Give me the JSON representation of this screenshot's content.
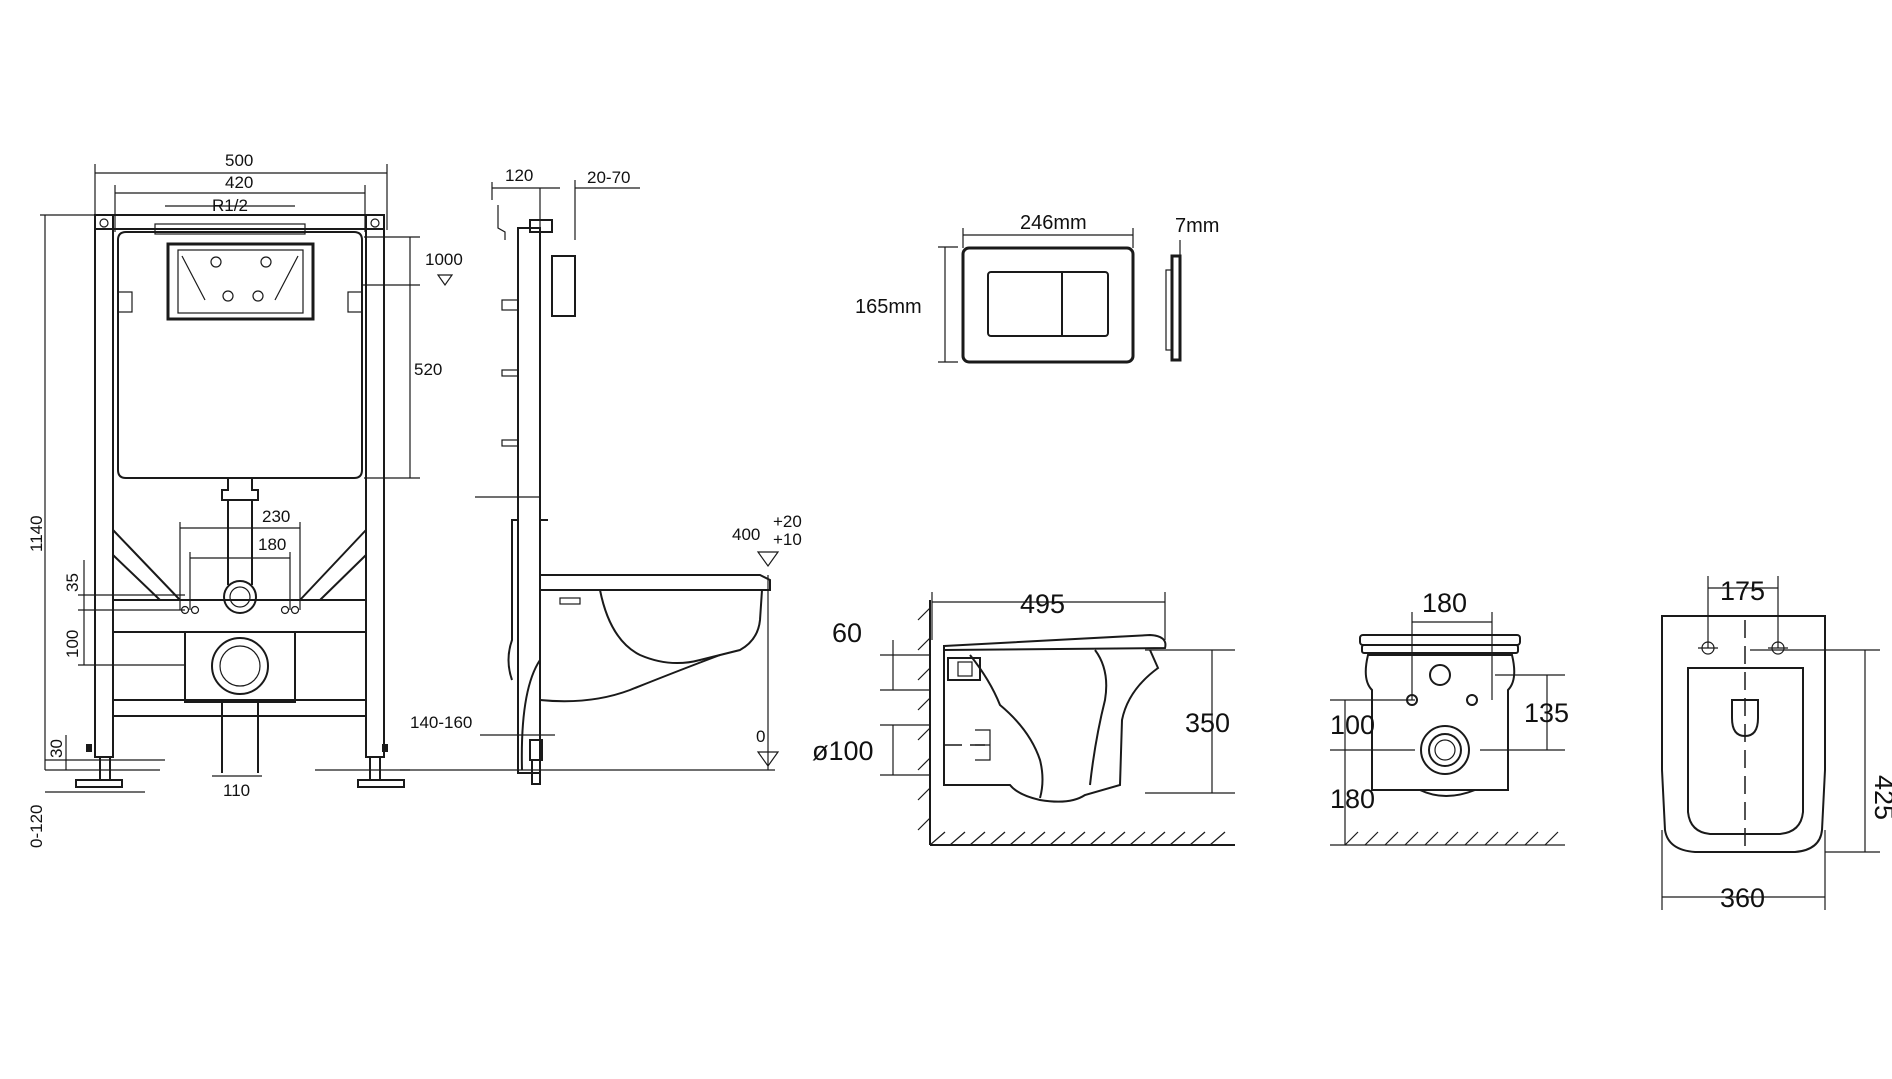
{
  "frame": {
    "width_total": "500",
    "width_inner": "420",
    "inlet": "R1/2",
    "height_total": "1140",
    "mark_1000": "1000",
    "tank_height": "520",
    "span_230": "230",
    "span_180": "180",
    "dim_35": "35",
    "dim_100": "100",
    "dim_30": "30",
    "foot_adjust": "0-120",
    "outlet_width": "110"
  },
  "side": {
    "depth": "120",
    "wall_adjust": "20-70",
    "bowl_height": "400",
    "tol_a": "+20",
    "tol_b": "+10",
    "depth_range": "140-160",
    "floor": "0"
  },
  "flush_plate": {
    "width": "246mm",
    "height": "165mm",
    "thickness": "7mm"
  },
  "bowl_side": {
    "length": "495",
    "dim_60": "60",
    "pipe": "ø100",
    "height": "350"
  },
  "bowl_front": {
    "bolt_spacing": "180",
    "dim_135": "135",
    "dim_100": "100",
    "dim_180": "180"
  },
  "bowl_top": {
    "bolt_spacing": "175",
    "length": "425",
    "width": "360"
  }
}
